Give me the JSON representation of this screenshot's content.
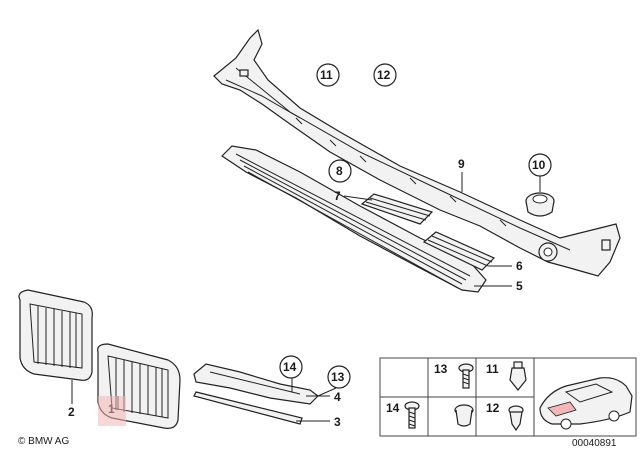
{
  "callouts": {
    "p1": "1",
    "p2": "2",
    "p3": "3",
    "p4": "4",
    "p5": "5",
    "p6": "6",
    "p7": "7",
    "p8": "8",
    "p9": "9",
    "p10": "10",
    "p11": "11",
    "p12": "12",
    "p13": "13",
    "p14": "14"
  },
  "inset": {
    "c13": "13",
    "c11": "11",
    "c14": "14",
    "c12": "12"
  },
  "footer": {
    "copyright": "© BMW AG",
    "drawing_number": "00040891"
  },
  "colors": {
    "highlight": "#f4b6b6",
    "line": "#222222",
    "background": "#ffffff"
  }
}
